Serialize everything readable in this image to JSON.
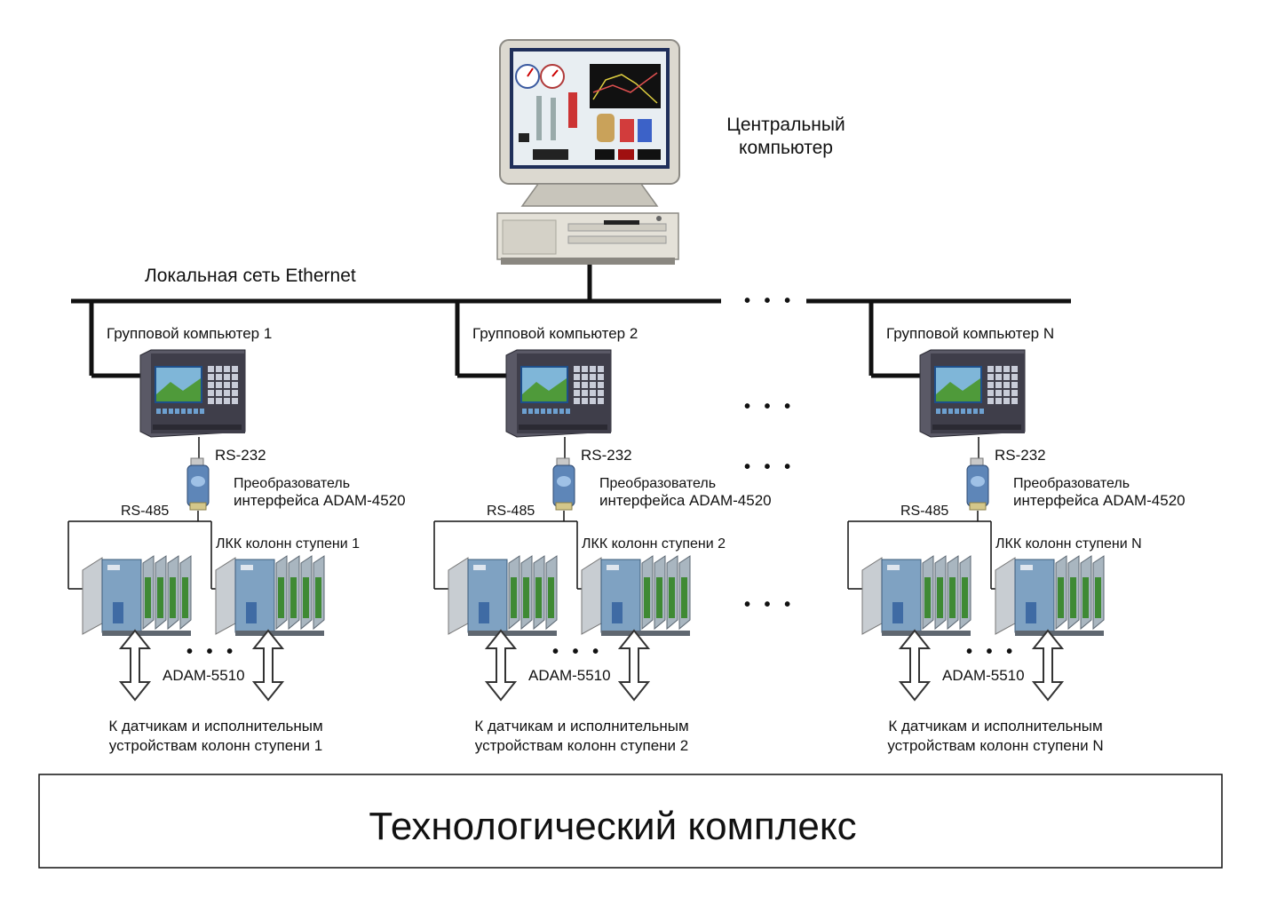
{
  "central": {
    "line1": "Центральный",
    "line2": "компьютер"
  },
  "network_label": "Локальная сеть Ethernet",
  "groups": [
    {
      "computer_label": "Групповой компьютер  1",
      "rs232": "RS-232",
      "converter_line1": "Преобразователь",
      "converter_line2": "интерфейса  ADAM-4520",
      "rs485": "RS-485",
      "lkk": "ЛКК колонн ступени 1",
      "adam": "ADAM-5510",
      "sensors_line1": "К датчикам и исполнительным",
      "sensors_line2": "устройствам колонн ступени  1"
    },
    {
      "computer_label": "Групповой компьютер  2",
      "rs232": "RS-232",
      "converter_line1": "Преобразователь",
      "converter_line2": "интерфейса  ADAM-4520",
      "rs485": "RS-485",
      "lkk": "ЛКК колонн ступени 2",
      "adam": "ADAM-5510",
      "sensors_line1": "К датчикам и исполнительным",
      "sensors_line2": "устройствам колонн ступени  2"
    },
    {
      "computer_label": "Групповой компьютер N",
      "rs232": "RS-232",
      "converter_line1": "Преобразователь",
      "converter_line2": "интерфейса  ADAM-4520",
      "rs485": "RS-485",
      "lkk": "ЛКК колонн ступени N",
      "adam": "ADAM-5510",
      "sensors_line1": "К датчикам и исполнительным",
      "sensors_line2": "устройствам колонн ступени  N"
    }
  ],
  "ellipsis": "• • •",
  "complex_title": "Технологический комплекс",
  "colors": {
    "line": "#111111",
    "monitor_beige": "#d9d6cc",
    "panel_dark": "#3f3e4a",
    "module_blue": "#6f93b5",
    "module_green": "#3f8a34",
    "converter_blue": "#5e86b8"
  }
}
